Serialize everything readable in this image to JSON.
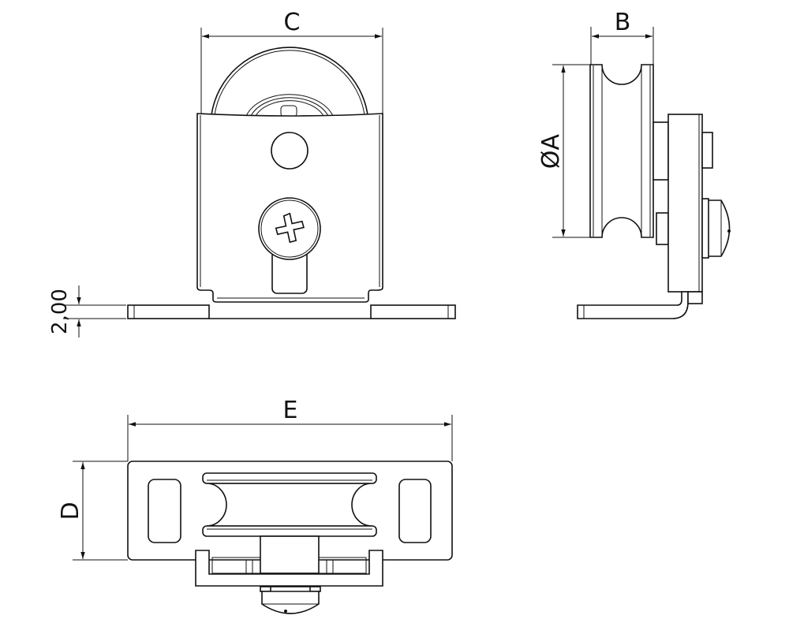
{
  "dimensions": {
    "c_label": "C",
    "b_label": "B",
    "a_label": "ØA",
    "e_label": "E",
    "d_label": "D",
    "thickness_label": "2,00"
  },
  "colors": {
    "line": "#111111",
    "background": "#ffffff"
  }
}
